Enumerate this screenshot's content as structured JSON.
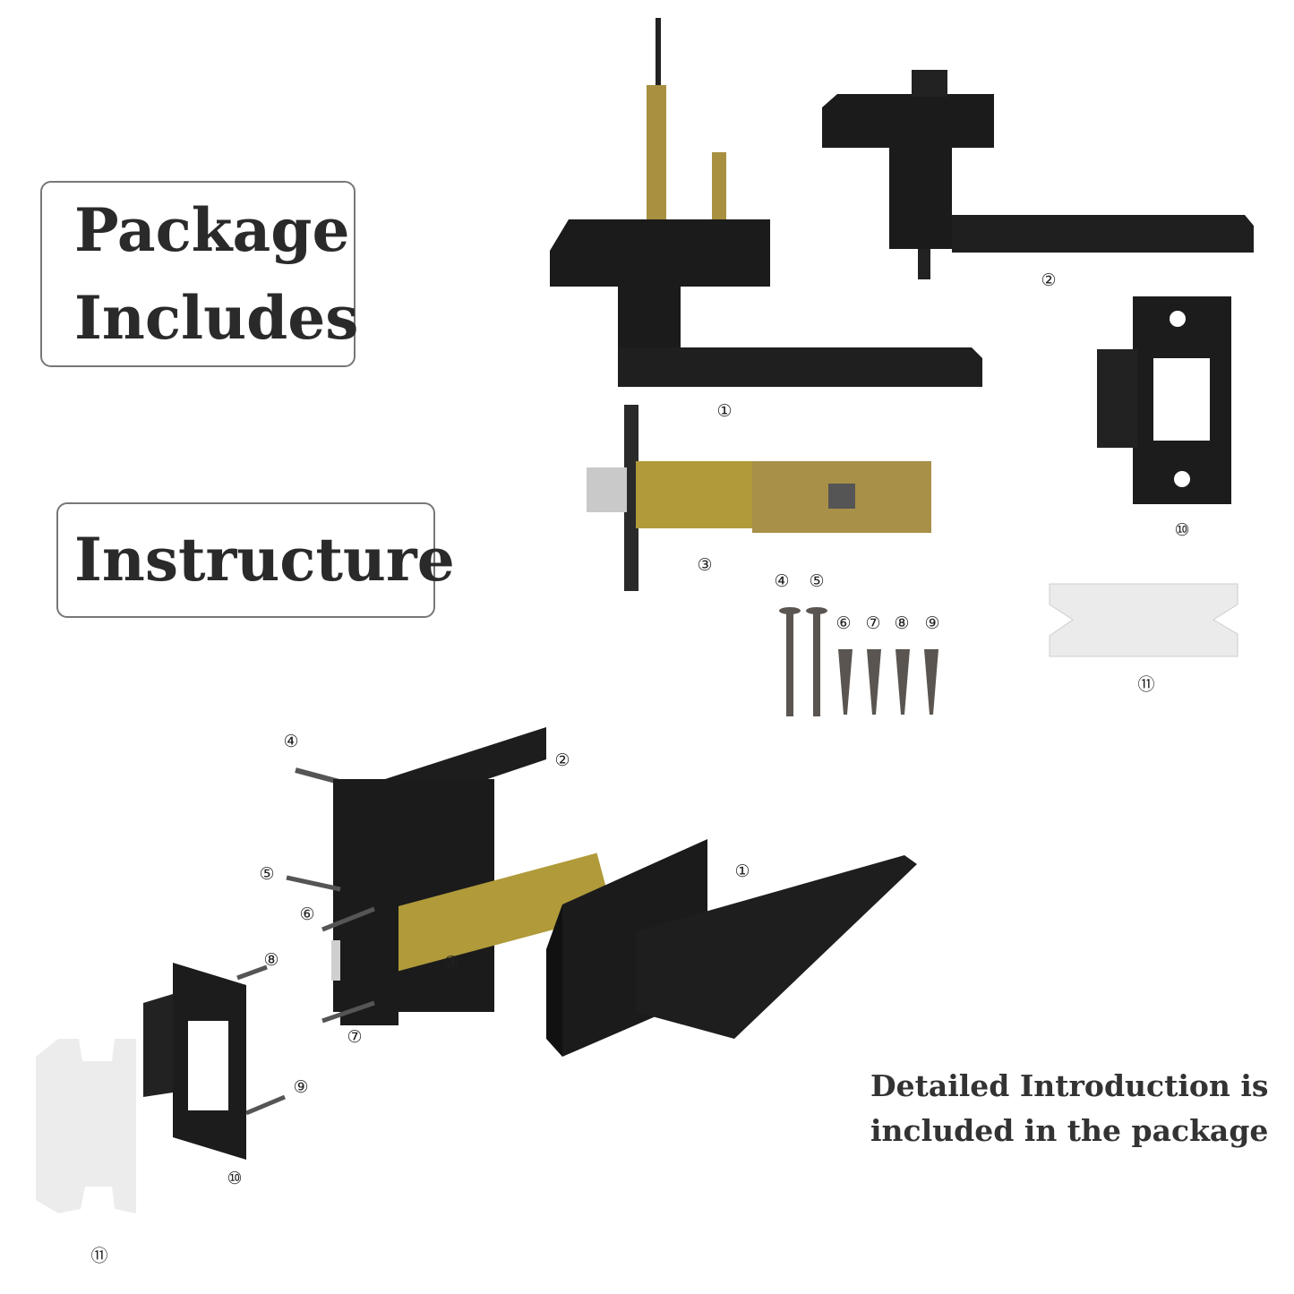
{
  "headings": {
    "package_includes": [
      "Package",
      "Includes"
    ],
    "instructure": "Instructure"
  },
  "intro_text": [
    "Detailed Introduction is",
    "included in the package"
  ],
  "part_labels_top": [
    "①",
    "②",
    "③",
    "④",
    "⑤",
    "⑥",
    "⑦",
    "⑧",
    "⑨",
    "⑩",
    "⑪"
  ],
  "part_labels_bottom": [
    "④",
    "②",
    "①",
    "⑤",
    "⑥",
    "⑧",
    "③",
    "⑦",
    "⑨",
    "⑩",
    "⑪"
  ],
  "colors": {
    "lever": "#1a1a1a",
    "brass": "#b8a040",
    "strike": "#1c1c1c",
    "plastic": "#ececec",
    "border": "#777777"
  }
}
